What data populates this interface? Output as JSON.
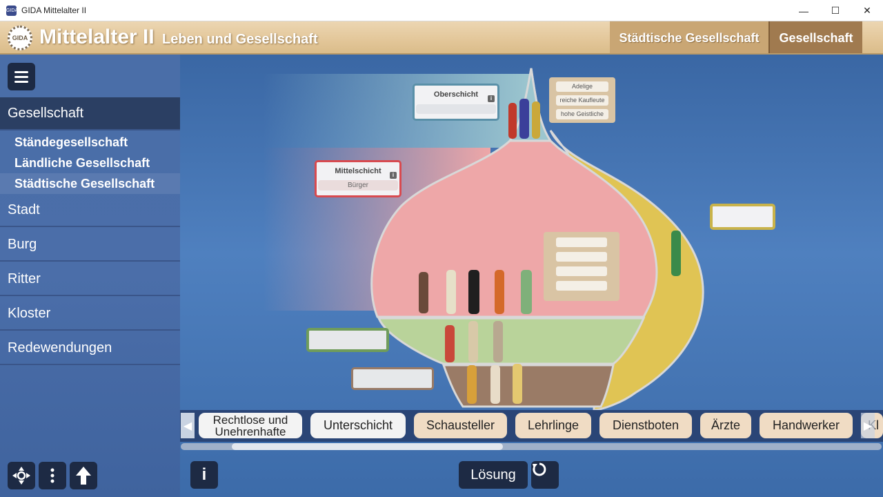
{
  "window": {
    "title": "GIDA Mittelalter II",
    "app_icon": "GIDA",
    "minimize": "—",
    "maximize": "☐",
    "close": "✕"
  },
  "header": {
    "logo_text": "GIDA",
    "title": "Mittelalter II",
    "subtitle": "Leben und Gesellschaft",
    "breadcrumb": [
      "Städtische Gesellschaft",
      "Gesellschaft"
    ]
  },
  "sidebar": {
    "sections": [
      {
        "label": "Gesellschaft",
        "active": true,
        "children": [
          "Ständegesellschaft",
          "Ländliche Gesellschaft",
          "Städtische Gesellschaft"
        ]
      },
      {
        "label": "Stadt"
      },
      {
        "label": "Burg"
      },
      {
        "label": "Ritter"
      },
      {
        "label": "Kloster"
      },
      {
        "label": "Redewendungen"
      }
    ],
    "footer_icons": [
      "move-icon",
      "more-icon",
      "arrow-up-icon"
    ]
  },
  "diagram": {
    "upper_class": {
      "label": "Oberschicht",
      "info": "i",
      "tags": [
        "Adelige",
        "reiche Kaufleute",
        "hohe Geistliche"
      ]
    },
    "middle_class": {
      "label": "Mittelschicht",
      "info": "i",
      "placed": "Bürger"
    }
  },
  "chips": [
    {
      "label": "Rechtlose und Unehrenhafte",
      "style": "light"
    },
    {
      "label": "Unterschicht",
      "style": "light"
    },
    {
      "label": "Schausteller",
      "style": "tan"
    },
    {
      "label": "Lehrlinge",
      "style": "tan"
    },
    {
      "label": "Dienstboten",
      "style": "tan"
    },
    {
      "label": "Ärzte",
      "style": "tan"
    },
    {
      "label": "Handwerker",
      "style": "tan"
    },
    {
      "label": "Kl",
      "style": "tan"
    }
  ],
  "controls": {
    "info": "i",
    "solution": "Lösung",
    "reset_icon": "reset-icon"
  },
  "colors": {
    "header_sand": "#e3c79a",
    "sidebar_blue": "#4a6ea8",
    "upper_teal": "#9cc6cf",
    "middle_rose": "#eea7a8",
    "lower_green": "#b9d39a",
    "bottom_brown": "#9a7b66",
    "side_gold": "#e0c454"
  }
}
